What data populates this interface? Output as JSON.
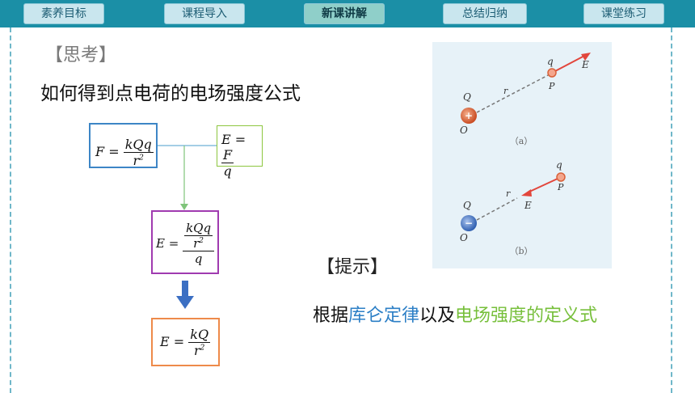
{
  "nav": {
    "tabs": [
      {
        "label": "素养目标"
      },
      {
        "label": "课程导入"
      },
      {
        "label": "新课讲解",
        "active": true
      },
      {
        "label": "总结归纳"
      },
      {
        "label": "课堂练习"
      }
    ]
  },
  "think_label": "【思考】",
  "question": "如何得到点电荷的电场强度公式",
  "hint_label": "【提示】",
  "conclusion": {
    "prefix": "根据",
    "law": "库仑定律",
    "middle": "以及",
    "definition": "电场强度的定义式"
  },
  "formulas": {
    "f_lhs": "F =",
    "f_num": "kQq",
    "f_den": "r",
    "e_def_lhs": "E =",
    "e_def_num": "F",
    "e_def_den": "q",
    "e_comb_lhs": "E =",
    "e_comb_num": "kQq",
    "e_comb_inner_den": "r",
    "e_comb_den": "q",
    "e_final_lhs": "E =",
    "e_final_num": "kQ",
    "e_final_den": "r",
    "exp": "2"
  },
  "figure": {
    "a": {
      "q": "q",
      "E": "E",
      "r": "r",
      "P": "P",
      "Q": "Q",
      "O": "O",
      "charge": "+",
      "caption": "（a）"
    },
    "b": {
      "q": "q",
      "E": "E",
      "r": "r",
      "P": "P",
      "Q": "Q",
      "O": "O",
      "charge": "−",
      "caption": "（b）"
    }
  },
  "colors": {
    "nav_bg": "#1b8fa6",
    "tab_bg": "#c9e6ee",
    "tab_active_bg": "#8fcfc9",
    "box_blue": "#3d86c6",
    "box_green": "#8dc63f",
    "box_purple": "#a03bb0",
    "box_orange": "#ee8a4a",
    "arrow_blue": "#3b6fc3",
    "text_blue": "#2c7fc6",
    "text_green": "#76bf3a",
    "positive_charge": "#d9623a",
    "negative_charge": "#4f7fc4",
    "field_arrow": "#e2463c"
  }
}
